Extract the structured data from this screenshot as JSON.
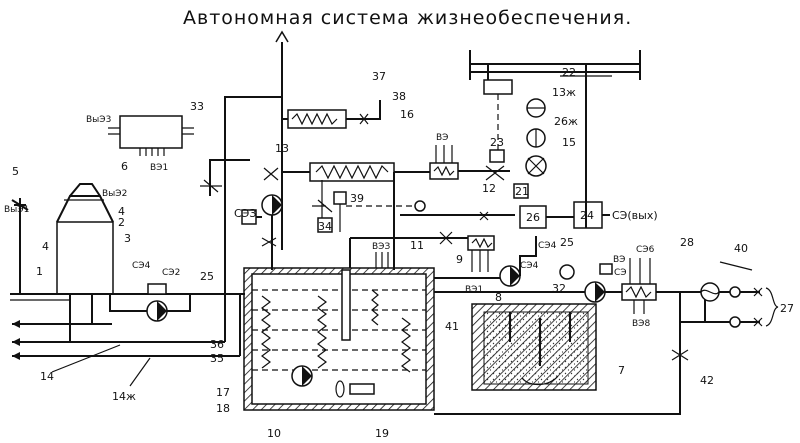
{
  "title": "Автономная система жизнеобеспечения.",
  "labels": {
    "n1": "1",
    "n2": "2",
    "n3": "3",
    "n4": "4",
    "n4b": "4",
    "n5": "5",
    "n6": "6",
    "n7": "7",
    "n8": "8",
    "n9": "9",
    "n10": "10",
    "n11": "11",
    "n12": "12",
    "n13": "13",
    "n13x": "13ж",
    "n14": "14",
    "n14x": "14ж",
    "n15": "15",
    "n16": "16",
    "n17": "17",
    "n18": "18",
    "n19": "19",
    "n21": "21",
    "n22": "22",
    "n23": "23",
    "n24": "24",
    "n25": "25",
    "n25b": "25",
    "n26": "26",
    "n26x": "26ж",
    "n27": "27",
    "n28": "28",
    "n32": "32",
    "n33": "33",
    "n34": "34",
    "n35": "35",
    "n36": "36",
    "n37": "37",
    "n38": "38",
    "n39": "39",
    "n40": "40",
    "n41": "41",
    "n42": "42"
  },
  "tags": {
    "vyz1": "ВыЭ1",
    "vyz2": "ВыЭ2",
    "vyz3": "ВыЭ3",
    "vz": "ВЭ",
    "vz_b": "ВЭ",
    "vz1": "ВЭ1",
    "vz1b": "ВЭ1",
    "vz3": "ВЭЗ",
    "vz8": "ВЭ8",
    "sz": "СЭ",
    "sz2": "СЭ2",
    "sz3": "СЭЗ",
    "sz4": "СЭ4",
    "sz4b": "СЭ4",
    "sz4c": "СЭ4",
    "sz6": "СЭ6",
    "sz_out": "СЭ(вых)"
  },
  "colors": {
    "ink": "#111111",
    "paper": "#ffffff"
  }
}
